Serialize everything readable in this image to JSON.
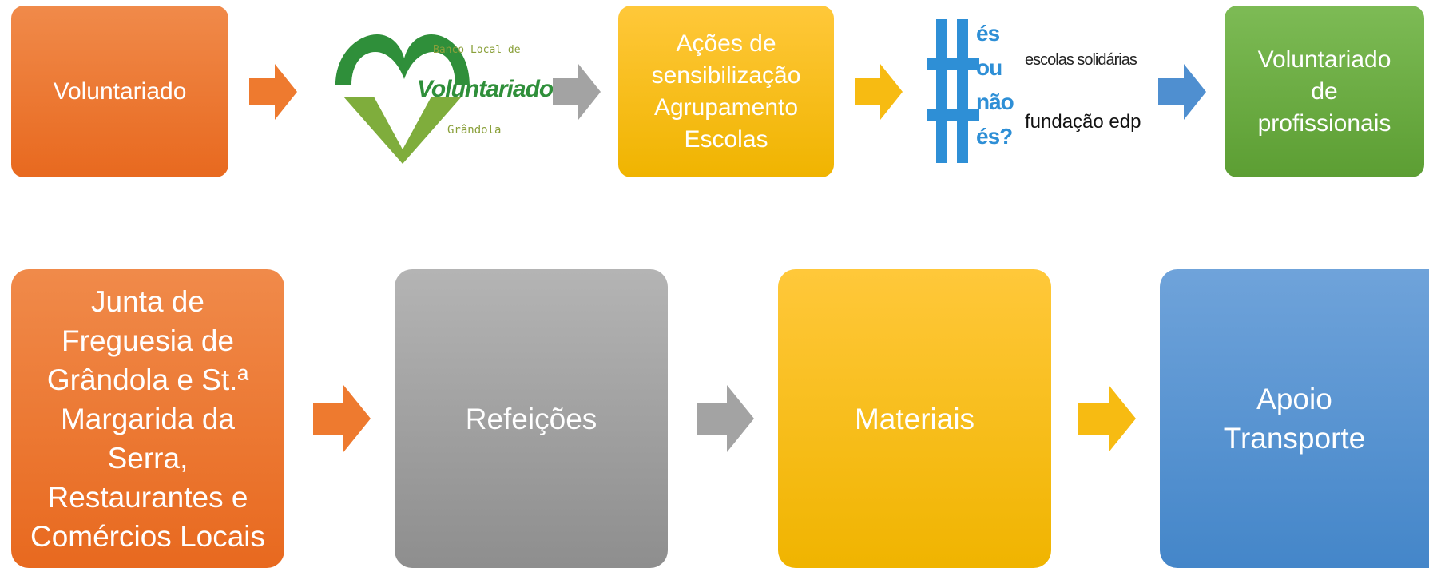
{
  "diagram": {
    "row1": {
      "voluntariado": "Voluntariado",
      "banco_logo": {
        "line1": "Banco Local de",
        "line2": "Voluntariado",
        "line3": "Grândola"
      },
      "acoes": "Ações de\nsensibilização\nAgrupamento\nEscolas",
      "esou_logo": {
        "hashtag_text": "és\nou\nnão\nés?",
        "line1": "escolas solidárias",
        "line2": "fundação edp"
      },
      "profissionais": "Voluntariado\nde\nprofissionais"
    },
    "row2": {
      "junta": "Junta de\nFreguesia de\nGrândola e St.ª\nMargarida da\nSerra,\nRestaurantes e\nComércios Locais",
      "refeicoes": "Refeições",
      "materiais": "Materiais",
      "transporte": "Apoio\nTransporte"
    }
  },
  "colors": {
    "orange": "#e8691f",
    "grey": "#a0a0a0",
    "yellow": "#f5b800",
    "green": "#6aab3f",
    "blue": "#4f8fd0"
  }
}
